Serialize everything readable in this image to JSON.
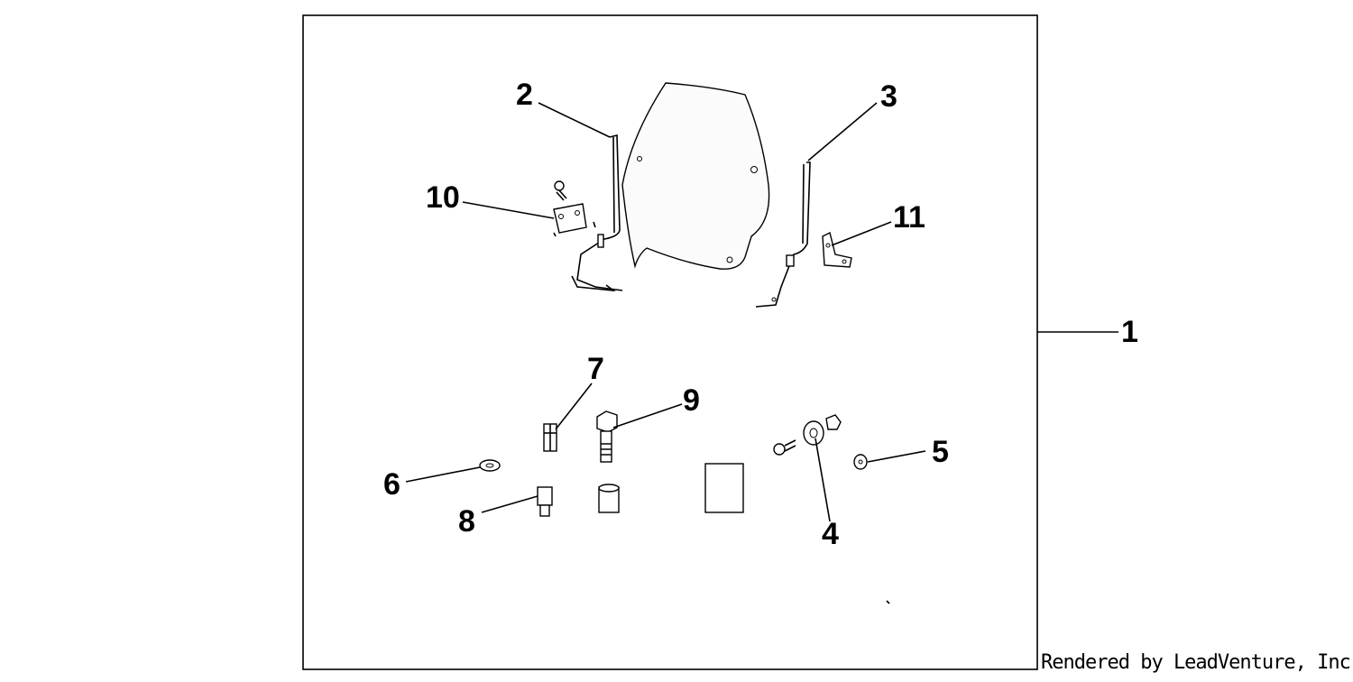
{
  "callouts": {
    "c1": "1",
    "c2": "2",
    "c3": "3",
    "c4": "4",
    "c5": "5",
    "c6": "6",
    "c7": "7",
    "c8": "8",
    "c9": "9",
    "c10": "10",
    "c11": "11"
  },
  "footer": "Rendered by LeadVenture, Inc.",
  "colors": {
    "ink": "#000000",
    "background": "#ffffff",
    "screen_tint": "#fbfbfb"
  }
}
